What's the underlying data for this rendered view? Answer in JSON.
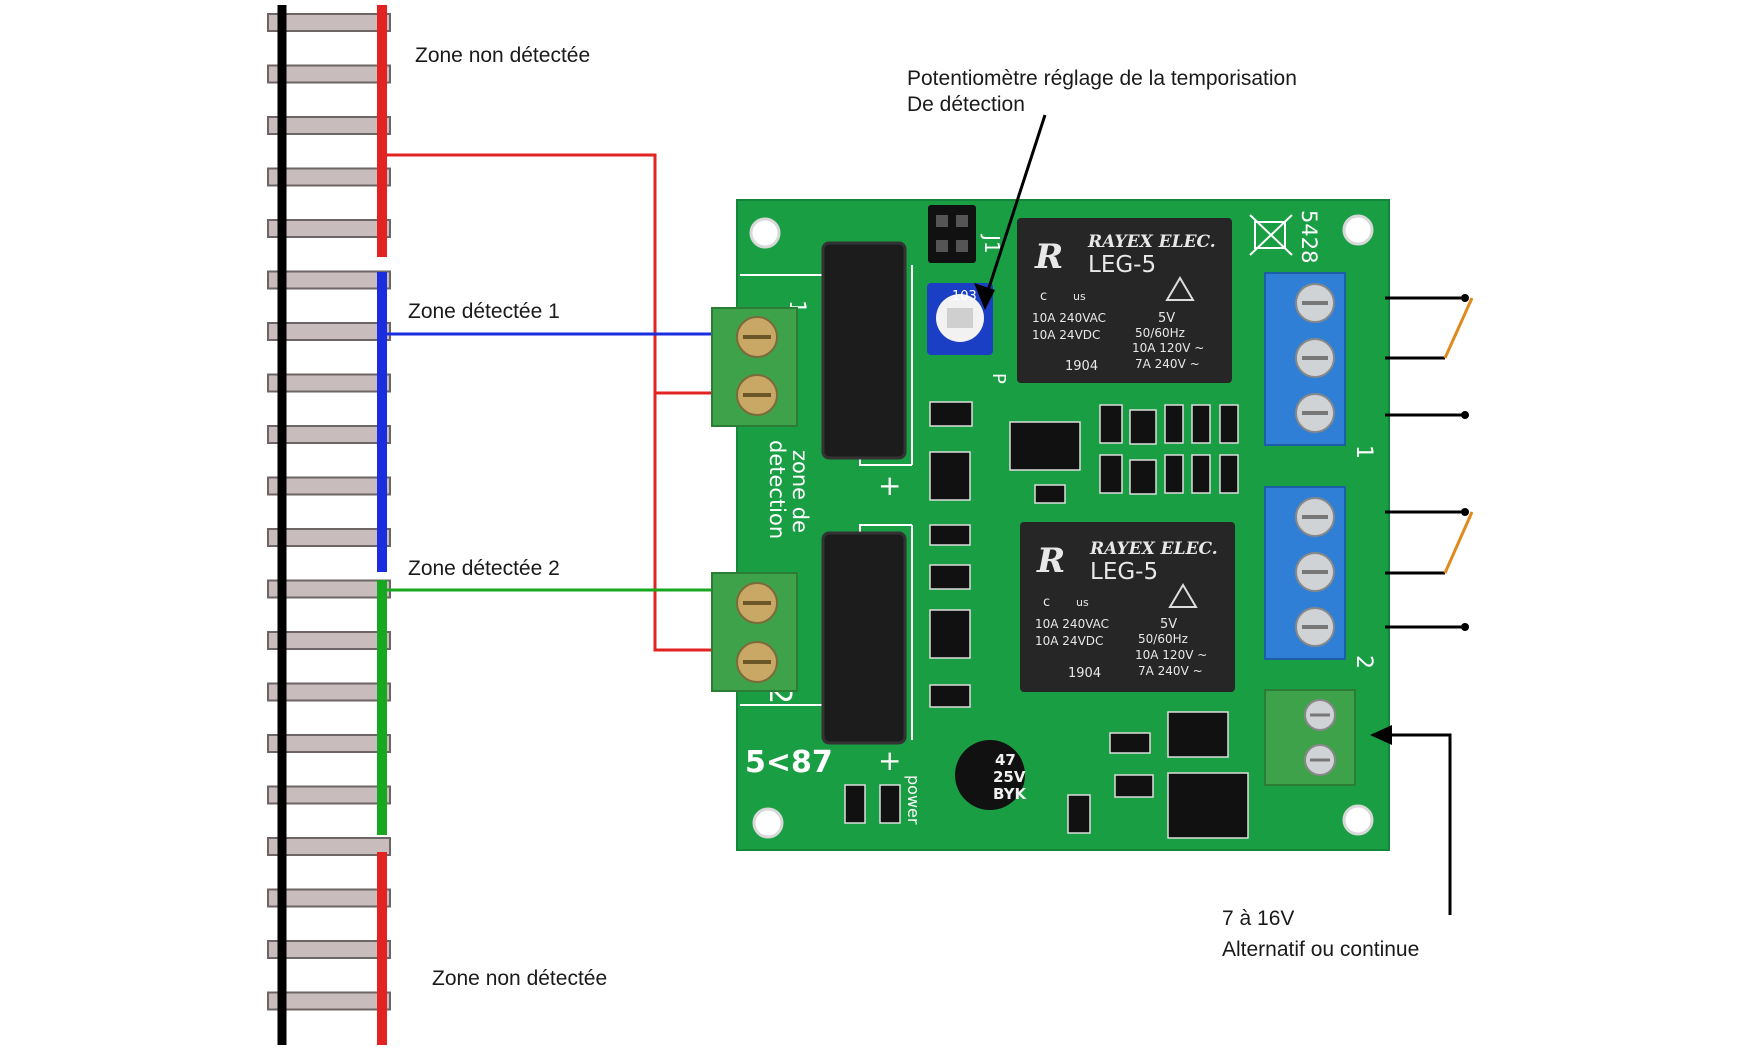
{
  "labels": {
    "zone_top": "Zone non détectée",
    "zone1": "Zone détectée 1",
    "zone2": "Zone détectée 2",
    "zone_bottom": "Zone non détectée",
    "pot_line1": "Potentiomètre réglage de la temporisation",
    "pot_line2": "De détection",
    "power_line1": "7 à 16V",
    "power_line2": "Alternatif ou continue"
  },
  "board": {
    "model": "5<87",
    "ref": "5428",
    "jumper": "J1",
    "zone_text_1": "zone de",
    "zone_text_2": "detection",
    "input_1": "1",
    "input_2": "2",
    "plus": "+",
    "power": "power",
    "pot_mark": "P",
    "pot_value": "103",
    "relay_out_1": "1",
    "relay_out_2": "2",
    "cap_value": "47",
    "cap_voltage": "25V",
    "cap_series": "BYK"
  },
  "relay": {
    "brand": "RAYEX ELEC.",
    "model": "LEG-5",
    "rating_1": "10A 240VAC",
    "rating_2": "10A  24VDC",
    "coil": "5V",
    "freq": "50/60Hz",
    "r3": "10A 120V ~",
    "r4": "7A 240V ~",
    "date": "1904",
    "logo": "R",
    "ul": "c",
    "ul2": "us"
  },
  "colors": {
    "red": "#e32222",
    "blue": "#1a2ee0",
    "green": "#17a81f",
    "pcb": "#1a9e44",
    "terminal_green": "#3ea24a",
    "terminal_blue": "#2f7fd6",
    "rail": "#000000",
    "sleeper": "#c9bcbc"
  }
}
